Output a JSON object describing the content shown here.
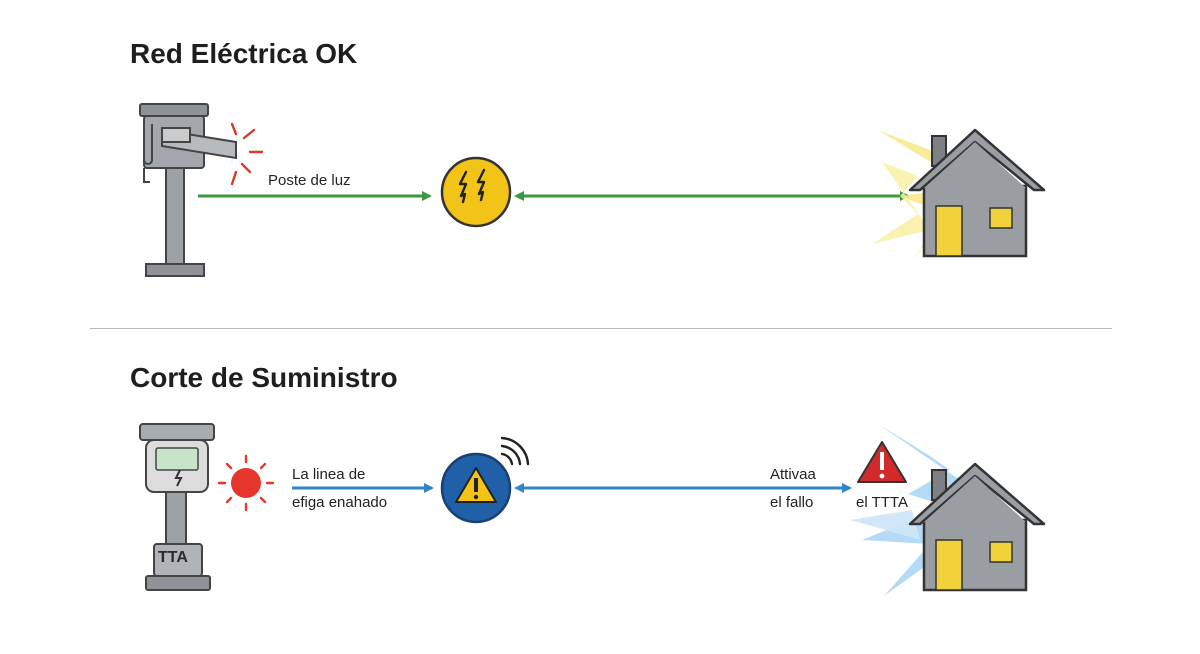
{
  "sections": [
    {
      "title": "Red Eléctrica OK",
      "pole_label": "Poste de luz",
      "colors": {
        "line": "#3a9a3f",
        "node": "#f2c418"
      }
    },
    {
      "title": "Corte de Suministro",
      "meter_label": "TTA",
      "line_label_1": "La linea de",
      "line_label_2": "efiga enahado",
      "right_label_1": "Attivaa",
      "right_label_2": "el fallo",
      "right_label_3": "el TTTA",
      "colors": {
        "line": "#2e86c8",
        "node": "#2060a8",
        "alert": "#d22a2a"
      }
    }
  ]
}
